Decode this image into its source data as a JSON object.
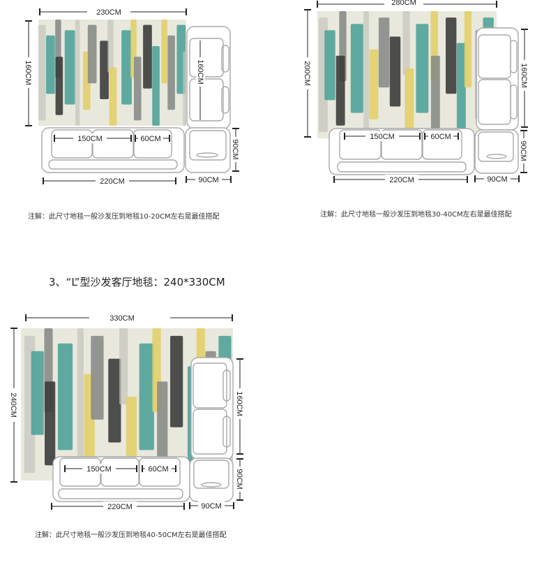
{
  "colors": {
    "rug_base": "#e9e8dc",
    "teal": "#4fa39a",
    "yellow": "#e2cf6a",
    "dark_gray": "#3c3c3c",
    "mid_gray": "#8a8c88",
    "light_gray": "#c4c4bc",
    "sofa_outline": "#a9a9a9",
    "dimension_line": "#222222"
  },
  "diagrams": [
    {
      "rug_width_label": "230CM",
      "rug_height_label": "160CM",
      "chaise_length_label": "160CM",
      "seat_150_label": "150CM",
      "seat_60_label": "60CM",
      "sofa_length_label": "220CM",
      "corner_width_label": "90CM",
      "corner_depth_label": "90CM",
      "note": "注解：此尺寸地毯一般沙发压到地毯10-20CM左右是最佳搭配"
    },
    {
      "rug_width_label": "280CM",
      "rug_height_label": "200CM",
      "chaise_length_label": "160CM",
      "seat_150_label": "150CM",
      "seat_60_label": "60CM",
      "sofa_length_label": "220CM",
      "corner_width_label": "90CM",
      "corner_depth_label": "90CM",
      "note": "注解：此尺寸地毯一般沙发压到地毯30-40CM左右是最佳搭配"
    },
    {
      "heading": "3、“L”型沙发客厅地毯：240*330CM",
      "rug_width_label": "330CM",
      "rug_height_label": "240CM",
      "chaise_length_label": "160CM",
      "seat_150_label": "150CM",
      "seat_60_label": "60CM",
      "sofa_length_label": "220CM",
      "corner_width_label": "90CM",
      "corner_depth_label": "90CM",
      "note": "注解：此尺寸地毯一般沙发压到地毯40-50CM左右是最佳搭配"
    }
  ]
}
